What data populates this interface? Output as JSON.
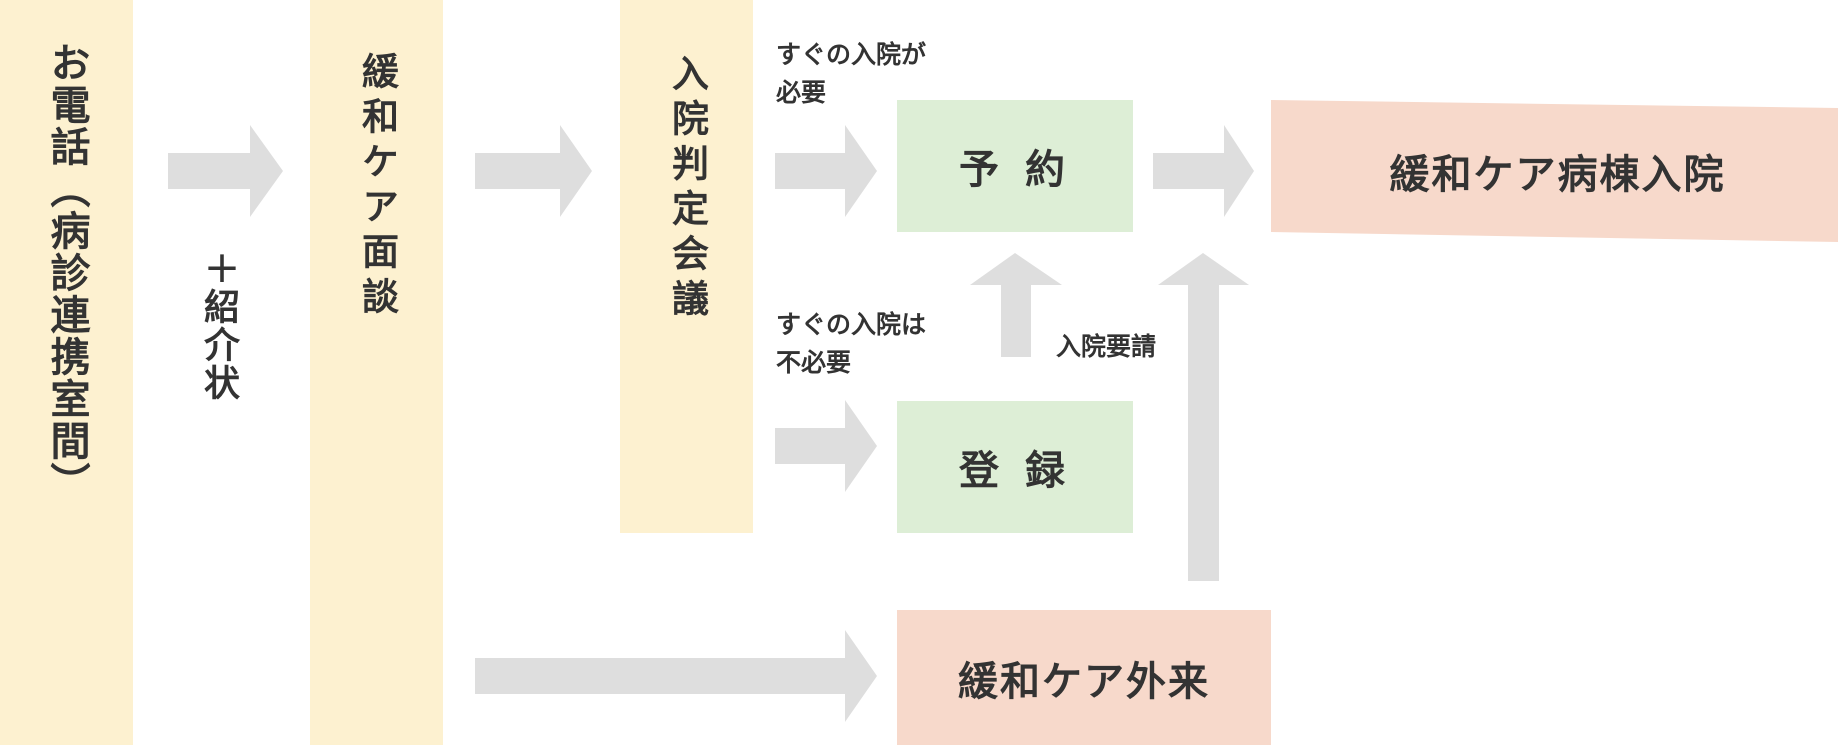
{
  "columns": {
    "phone": "お電話（病診連携室間）",
    "referral": "＋紹介状",
    "interview": "緩和ケア面談",
    "judgement": "入院判定会議"
  },
  "labels": {
    "needed_line1": "すぐの入院が",
    "needed_line2": "必要",
    "not_needed_line1": "すぐの入院は",
    "not_needed_line2": "不必要",
    "request": "入院要請"
  },
  "boxes": {
    "reservation": "予 約",
    "registration": "登 録",
    "admission": "緩和ケア病棟入院",
    "outpatient": "緩和ケア外来"
  },
  "colors": {
    "yellow": "#fdf1d0",
    "green": "#ddeed6",
    "pink": "#f7d9cb",
    "arrow": "#dedede",
    "text": "#333333"
  }
}
